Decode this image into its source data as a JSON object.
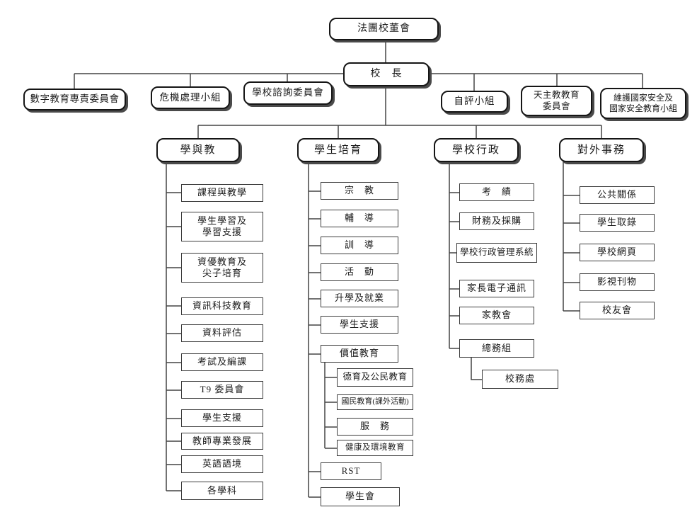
{
  "root": {
    "label": "法團校董會"
  },
  "principal": {
    "label": "校　長"
  },
  "committees": [
    {
      "label": "數字教育專責委員會"
    },
    {
      "label": "危機處理小組"
    },
    {
      "label": "學校諮詢委員會"
    },
    {
      "label": "自評小組"
    },
    {
      "label": "天主教教育\n委員會"
    },
    {
      "label": "維護國家安全及\n國家安全教育小組"
    }
  ],
  "branches": [
    {
      "label": "學與教",
      "items": [
        {
          "label": "課程與教學"
        },
        {
          "label": "學生學習及\n學習支援"
        },
        {
          "label": "資優教育及\n尖子培育"
        },
        {
          "label": "資訊科技教育"
        },
        {
          "label": "資料評估"
        },
        {
          "label": "考試及編課"
        },
        {
          "label": "T9 委員會"
        },
        {
          "label": "學生支援"
        },
        {
          "label": "教師專業發展"
        },
        {
          "label": "英語語境"
        },
        {
          "label": "各學科"
        }
      ]
    },
    {
      "label": "學生培育",
      "items": [
        {
          "label": "宗　教"
        },
        {
          "label": "輔　導"
        },
        {
          "label": "訓　導"
        },
        {
          "label": "活　動"
        },
        {
          "label": "升學及就業"
        },
        {
          "label": "學生支援"
        },
        {
          "label": "價值教育",
          "children": [
            {
              "label": "德育及公民教育"
            },
            {
              "label": "國民教育(課外活動)"
            },
            {
              "label": "服　務"
            },
            {
              "label": "健康及環境教育"
            }
          ]
        },
        {
          "label": "RST"
        },
        {
          "label": "學生會"
        }
      ]
    },
    {
      "label": "學校行政",
      "items": [
        {
          "label": "考　績"
        },
        {
          "label": "財務及採購"
        },
        {
          "label": "學校行政管理系統"
        },
        {
          "label": "家長電子通訊"
        },
        {
          "label": "家教會"
        },
        {
          "label": "總務組",
          "children": [
            {
              "label": "校務處"
            }
          ]
        }
      ]
    },
    {
      "label": "對外事務",
      "items": [
        {
          "label": "公共關係"
        },
        {
          "label": "學生取錄"
        },
        {
          "label": "學校網頁"
        },
        {
          "label": "影視刊物"
        },
        {
          "label": "校友會"
        }
      ]
    }
  ],
  "colors": {
    "line": "#444444",
    "box_border": "#151515",
    "item_border": "#3c3c3c",
    "shadow": "#4a4a4a",
    "background": "#ffffff"
  }
}
